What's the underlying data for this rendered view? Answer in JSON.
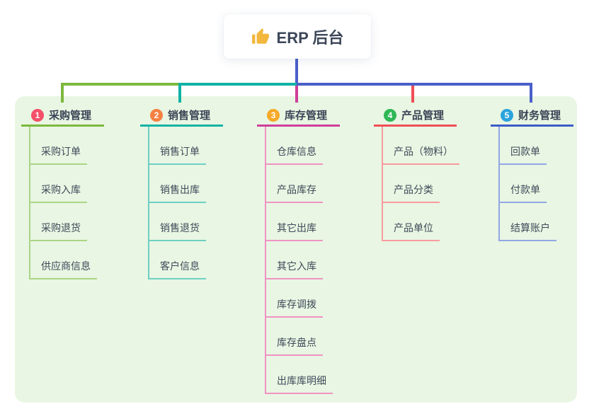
{
  "root": {
    "label": "ERP 后台",
    "icon": "thumbs-up-icon",
    "icon_color": "#f2b73c"
  },
  "panel_color": "#e8f6e3",
  "connectors": {
    "stem": "#4a5fc9",
    "green": "#7db83f",
    "teal": "#10b3a4",
    "blue": "#4a5fc9",
    "magenta": "#cf3e9b",
    "red": "#f04e56"
  },
  "branches": [
    {
      "num": "1",
      "label": "采购管理",
      "badge_color": "#f4506a",
      "line_color": "#7cb93e",
      "child_line_color": "#abd585",
      "children": [
        "采购订单",
        "采购入库",
        "采购退货",
        "供应商信息"
      ]
    },
    {
      "num": "2",
      "label": "销售管理",
      "badge_color": "#f68142",
      "line_color": "#10b3a4",
      "child_line_color": "#6fcfc4",
      "children": [
        "销售订单",
        "销售出库",
        "销售退货",
        "客户信息"
      ]
    },
    {
      "num": "3",
      "label": "库存管理",
      "badge_color": "#f7a928",
      "line_color": "#cf3e9b",
      "child_line_color": "#f193c4",
      "children": [
        "仓库信息",
        "产品库存",
        "其它出库",
        "其它入库",
        "库存调拨",
        "库存盘点",
        "出库库明细"
      ]
    },
    {
      "num": "4",
      "label": "产品管理",
      "badge_color": "#2fb756",
      "line_color": "#f04e56",
      "child_line_color": "#f89b9f",
      "children": [
        "产品（物料）",
        "产品分类",
        "产品单位"
      ]
    },
    {
      "num": "5",
      "label": "财务管理",
      "badge_color": "#2ba4dc",
      "line_color": "#3c5bc9",
      "child_line_color": "#93a7e4",
      "children": [
        "回款单",
        "付款单",
        "结算账户"
      ]
    }
  ]
}
